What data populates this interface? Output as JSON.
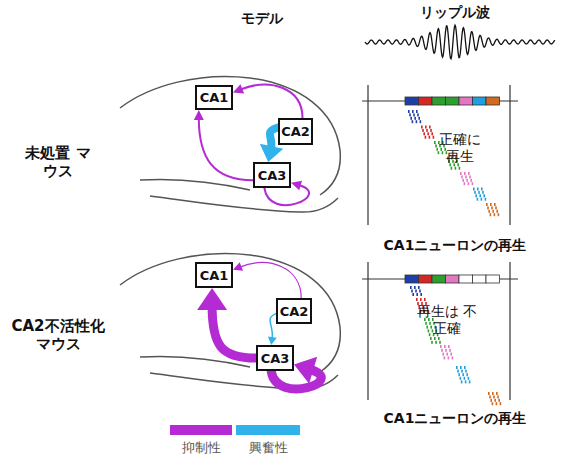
{
  "diagram": {
    "nodes": [
      {
        "text": [
          "CA1"
        ]
      },
      {
        "text": [
          "CA2"
        ]
      },
      {
        "text": [
          "CA3"
        ]
      },
      {
        "text": [
          "CA1"
        ]
      },
      {
        "text": [
          "CA2"
        ]
      },
      {
        "text": [
          "CA3"
        ]
      }
    ],
    "edges": [
      {
        "from": 1,
        "to": 0,
        "arrow": "to"
      },
      {
        "from": 1,
        "to": 2,
        "arrow": "to"
      },
      {
        "from": 2,
        "to": 0,
        "arrow": "to"
      },
      {
        "from": 2,
        "to": 2,
        "arrow": "to"
      },
      {
        "from": 4,
        "to": 3,
        "arrow": "to"
      },
      {
        "from": 4,
        "to": 5,
        "arrow": "to"
      },
      {
        "from": 5,
        "to": 3,
        "arrow": "to"
      },
      {
        "from": 5,
        "to": 5,
        "arrow": "to"
      }
    ],
    "labels": [
      "モデル",
      "リップル波",
      "未処置 マウス",
      "CA2不活性化 マウス",
      "正確に 再生",
      "CA1ニューロンの再生",
      "再生は 不正確",
      "CA1ニューロンの再生"
    ],
    "legend": [
      {
        "text": "抑制性",
        "color": "#b42bd4"
      },
      {
        "text": "興奮性",
        "color": "#2fb3ea"
      }
    ]
  }
}
